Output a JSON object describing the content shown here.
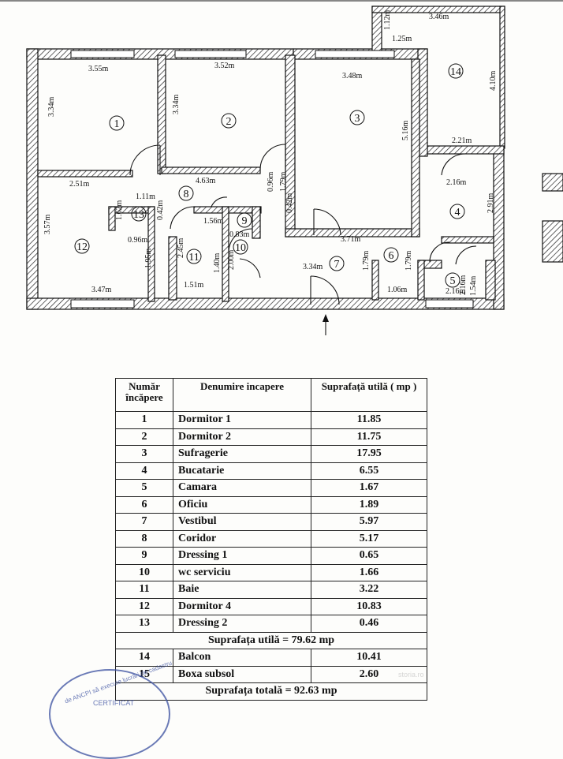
{
  "plan": {
    "rooms": [
      {
        "n": "1"
      },
      {
        "n": "2"
      },
      {
        "n": "3"
      },
      {
        "n": "4"
      },
      {
        "n": "5"
      },
      {
        "n": "6"
      },
      {
        "n": "7"
      },
      {
        "n": "8"
      },
      {
        "n": "9"
      },
      {
        "n": "10"
      },
      {
        "n": "11"
      },
      {
        "n": "12"
      },
      {
        "n": "13"
      },
      {
        "n": "14"
      }
    ],
    "dimensions": [
      "3.46m",
      "1.12m",
      "1.25m",
      "4.10m",
      "3.55m",
      "3.52m",
      "3.48m",
      "3.34m",
      "3.34m",
      "5.16m",
      "2.21m",
      "2.51m",
      "4.63m",
      "0.96m",
      "1.11m",
      "2.16m",
      "2.91m",
      "3.57m",
      "1.62m",
      "0.42m",
      "1.56m",
      "0.83m",
      "0.42m",
      "1.79m",
      "0.96m",
      "1.95m",
      "2.45m",
      "3.71m",
      "1.40m",
      "2.00m",
      "1.79m",
      "1.79m",
      "3.34m",
      "2.16m",
      "3.47m",
      "1.51m",
      "1.06m",
      "2.16m",
      "1.54m"
    ]
  },
  "table": {
    "headers": [
      "Număr încăpere",
      "Denumire incapere",
      "Suprafață utilă ( mp )"
    ],
    "rows": [
      [
        "1",
        "Dormitor 1",
        "11.85"
      ],
      [
        "2",
        "Dormitor 2",
        "11.75"
      ],
      [
        "3",
        "Sufragerie",
        "17.95"
      ],
      [
        "4",
        "Bucatarie",
        "6.55"
      ],
      [
        "5",
        "Camara",
        "1.67"
      ],
      [
        "6",
        "Oficiu",
        "1.89"
      ],
      [
        "7",
        "Vestibul",
        "5.97"
      ],
      [
        "8",
        "Coridor",
        "5.17"
      ],
      [
        "9",
        "Dressing 1",
        "0.65"
      ],
      [
        "10",
        "wc serviciu",
        "1.66"
      ],
      [
        "11",
        "Baie",
        "3.22"
      ],
      [
        "12",
        "Dormitor 4",
        "10.83"
      ],
      [
        "13",
        "Dressing 2",
        "0.46"
      ]
    ],
    "subtotal": "Suprafața utilă = 79.62 mp",
    "extra_rows": [
      [
        "14",
        "Balcon",
        "10.41"
      ],
      [
        "15",
        "Boxa subsol",
        "2.60"
      ]
    ],
    "total": "Suprafața totală = 92.63 mp"
  },
  "stamp": {
    "arc_text": "de ANCPI să execute lucrări de cadastru",
    "label": "CERTIFICAT"
  },
  "watermark": "storia.ro"
}
